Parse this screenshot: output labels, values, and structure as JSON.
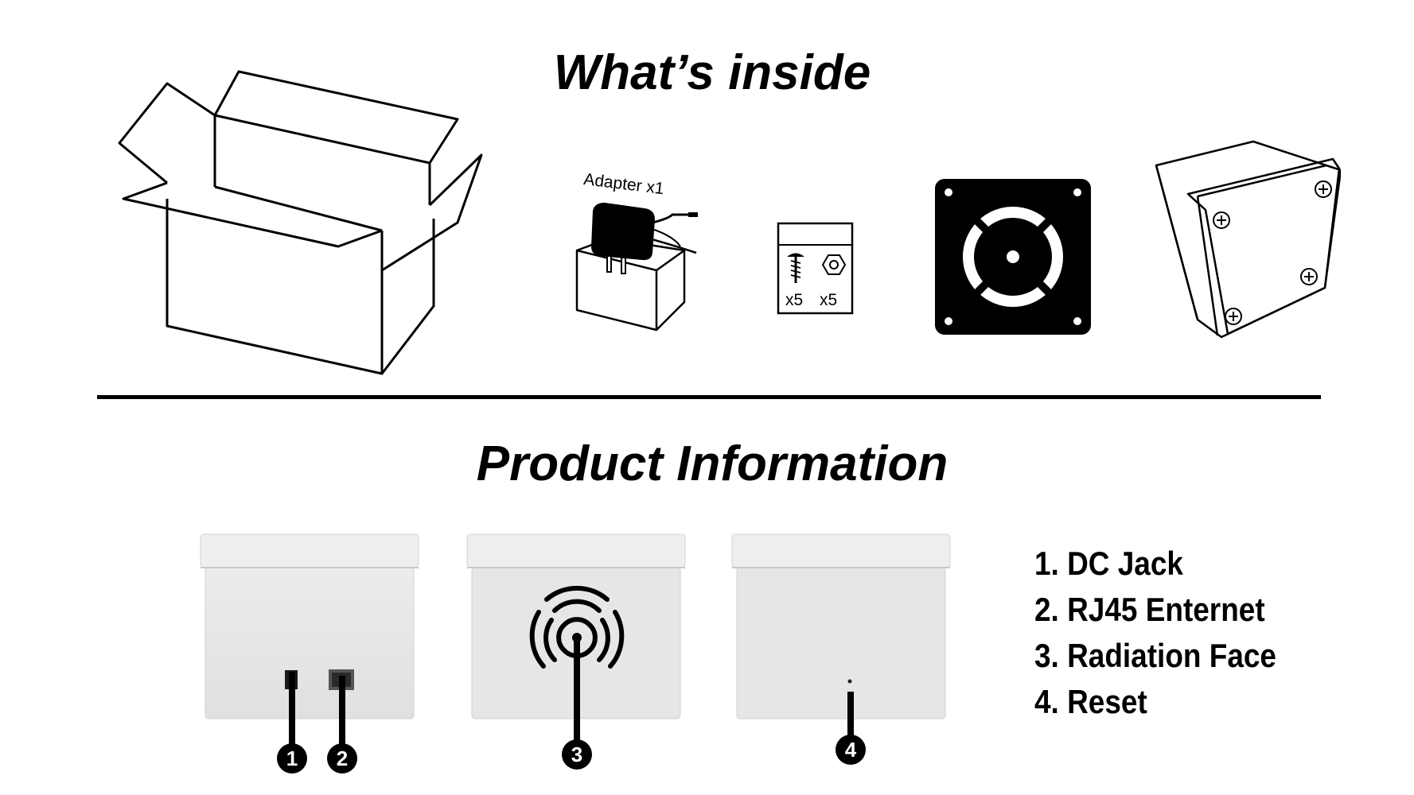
{
  "headings": {
    "whats_inside": "What’s inside",
    "product_information": "Product Information"
  },
  "package": {
    "adapter_label": "Adapter x1",
    "screw_count": "x5",
    "nut_count": "x5"
  },
  "callouts": {
    "c1": "1",
    "c2": "2",
    "c3": "3",
    "c4": "4"
  },
  "legend": [
    "1. DC Jack",
    "2. RJ45 Enternet",
    "3. Radiation Face",
    "4. Reset"
  ]
}
